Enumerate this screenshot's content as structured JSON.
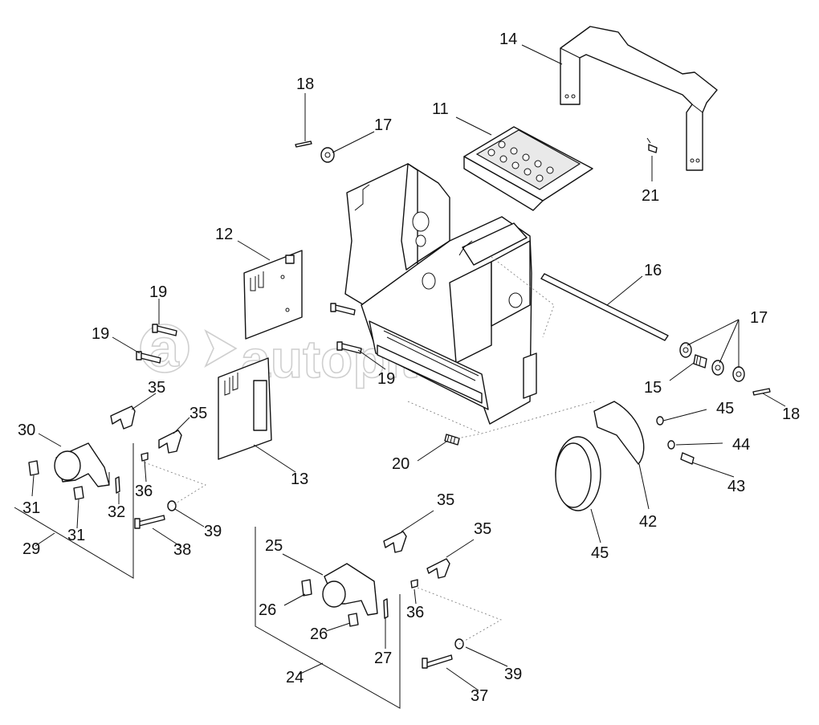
{
  "watermark": {
    "text": "autopiter.ru"
  },
  "callouts": [
    {
      "id": "c14",
      "text": "14"
    },
    {
      "id": "c18a",
      "text": "18"
    },
    {
      "id": "c17a",
      "text": "17"
    },
    {
      "id": "c11",
      "text": "11"
    },
    {
      "id": "c21",
      "text": "21"
    },
    {
      "id": "c12",
      "text": "12"
    },
    {
      "id": "c16",
      "text": "16"
    },
    {
      "id": "c19a",
      "text": "19"
    },
    {
      "id": "c19b",
      "text": "19"
    },
    {
      "id": "c17b",
      "text": "17"
    },
    {
      "id": "c19c",
      "text": "19"
    },
    {
      "id": "c35a",
      "text": "35"
    },
    {
      "id": "c15",
      "text": "15"
    },
    {
      "id": "c18b",
      "text": "18"
    },
    {
      "id": "c35b",
      "text": "35"
    },
    {
      "id": "c45a",
      "text": "45"
    },
    {
      "id": "c30",
      "text": "30"
    },
    {
      "id": "c44",
      "text": "44"
    },
    {
      "id": "c20",
      "text": "20"
    },
    {
      "id": "c13",
      "text": "13"
    },
    {
      "id": "c43",
      "text": "43"
    },
    {
      "id": "c36a",
      "text": "36"
    },
    {
      "id": "c31a",
      "text": "31"
    },
    {
      "id": "c32",
      "text": "32"
    },
    {
      "id": "c35c",
      "text": "35"
    },
    {
      "id": "c29",
      "text": "29"
    },
    {
      "id": "c31b",
      "text": "31"
    },
    {
      "id": "c39a",
      "text": "39"
    },
    {
      "id": "c42",
      "text": "42"
    },
    {
      "id": "c35d",
      "text": "35"
    },
    {
      "id": "c38",
      "text": "38"
    },
    {
      "id": "c25",
      "text": "25"
    },
    {
      "id": "c45b",
      "text": "45"
    },
    {
      "id": "c26a",
      "text": "26"
    },
    {
      "id": "c36b",
      "text": "36"
    },
    {
      "id": "c26b",
      "text": "26"
    },
    {
      "id": "c27",
      "text": "27"
    },
    {
      "id": "c39b",
      "text": "39"
    },
    {
      "id": "c24",
      "text": "24"
    },
    {
      "id": "c37",
      "text": "37"
    }
  ]
}
